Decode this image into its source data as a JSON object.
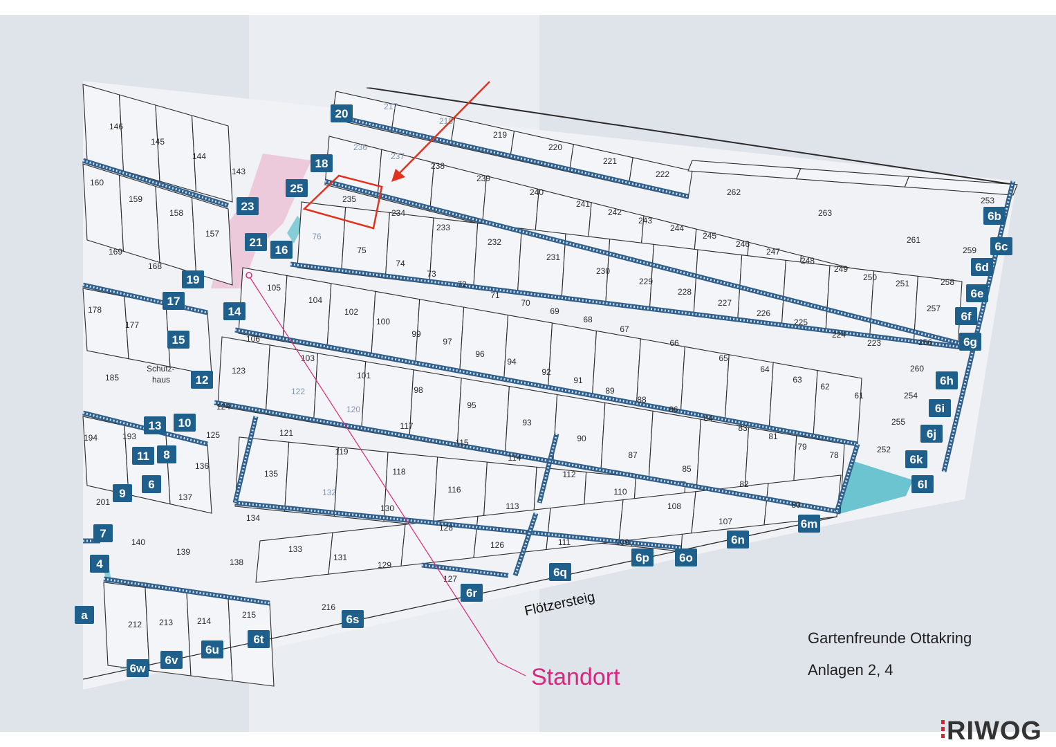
{
  "map": {
    "title_line1": "Gartenfreunde  Ottakring",
    "title_line2": "Anlagen   2, 4",
    "street_name": "Flötzersteig",
    "location_label": "Standort",
    "highlighted_plot": "235",
    "colors": {
      "path": "#2f5f8a",
      "gate_badge": "#1f5f8b",
      "highlight": "#e0321f",
      "standort": "#d6287f",
      "water": "#3fb4c4",
      "restricted": "#e9a9c4"
    },
    "gates": [
      "20",
      "18",
      "25",
      "23",
      "21",
      "16",
      "19",
      "17",
      "14",
      "15",
      "12",
      "13",
      "10",
      "11",
      "8",
      "6",
      "9",
      "7",
      "4",
      "a",
      "6w",
      "6v",
      "6u",
      "6t",
      "6s",
      "6r",
      "6q",
      "6p",
      "6o",
      "6n",
      "6m",
      "6l",
      "6k",
      "6j",
      "6i",
      "6h",
      "6g",
      "6f",
      "6e",
      "6d",
      "6c",
      "6b"
    ],
    "building_label": "Schutz-\nhaus",
    "plots": [
      "146",
      "145",
      "144",
      "143",
      "160",
      "159",
      "158",
      "157",
      "169",
      "168",
      "178",
      "177",
      "185",
      "194",
      "193",
      "201",
      "140",
      "139",
      "138",
      "212",
      "213",
      "214",
      "215",
      "216",
      "217",
      "218",
      "219",
      "220",
      "221",
      "222",
      "262",
      "263",
      "253",
      "236",
      "237",
      "238",
      "239",
      "240",
      "241",
      "242",
      "243",
      "244",
      "245",
      "246",
      "247",
      "248",
      "249",
      "250",
      "251",
      "261",
      "259",
      "258",
      "257",
      "256",
      "260",
      "254",
      "255",
      "252",
      "235",
      "234",
      "233",
      "232",
      "231",
      "230",
      "229",
      "228",
      "227",
      "226",
      "225",
      "224",
      "223",
      "76",
      "75",
      "74",
      "73",
      "72",
      "71",
      "70",
      "69",
      "68",
      "67",
      "66",
      "65",
      "64",
      "63",
      "62",
      "61",
      "105",
      "104",
      "102",
      "100",
      "99",
      "97",
      "96",
      "94",
      "92",
      "91",
      "89",
      "88",
      "86",
      "84",
      "83",
      "81",
      "79",
      "78",
      "106",
      "103",
      "101",
      "98",
      "95",
      "93",
      "90",
      "87",
      "85",
      "82",
      "80",
      "123",
      "122",
      "120",
      "117",
      "115",
      "114",
      "112",
      "110",
      "108",
      "107",
      "124",
      "121",
      "119",
      "118",
      "116",
      "113",
      "111",
      "109",
      "125",
      "136",
      "135",
      "132",
      "130",
      "128",
      "126",
      "127",
      "137",
      "134",
      "133",
      "131",
      "129"
    ]
  },
  "branding": {
    "logo": "RIWOG"
  }
}
